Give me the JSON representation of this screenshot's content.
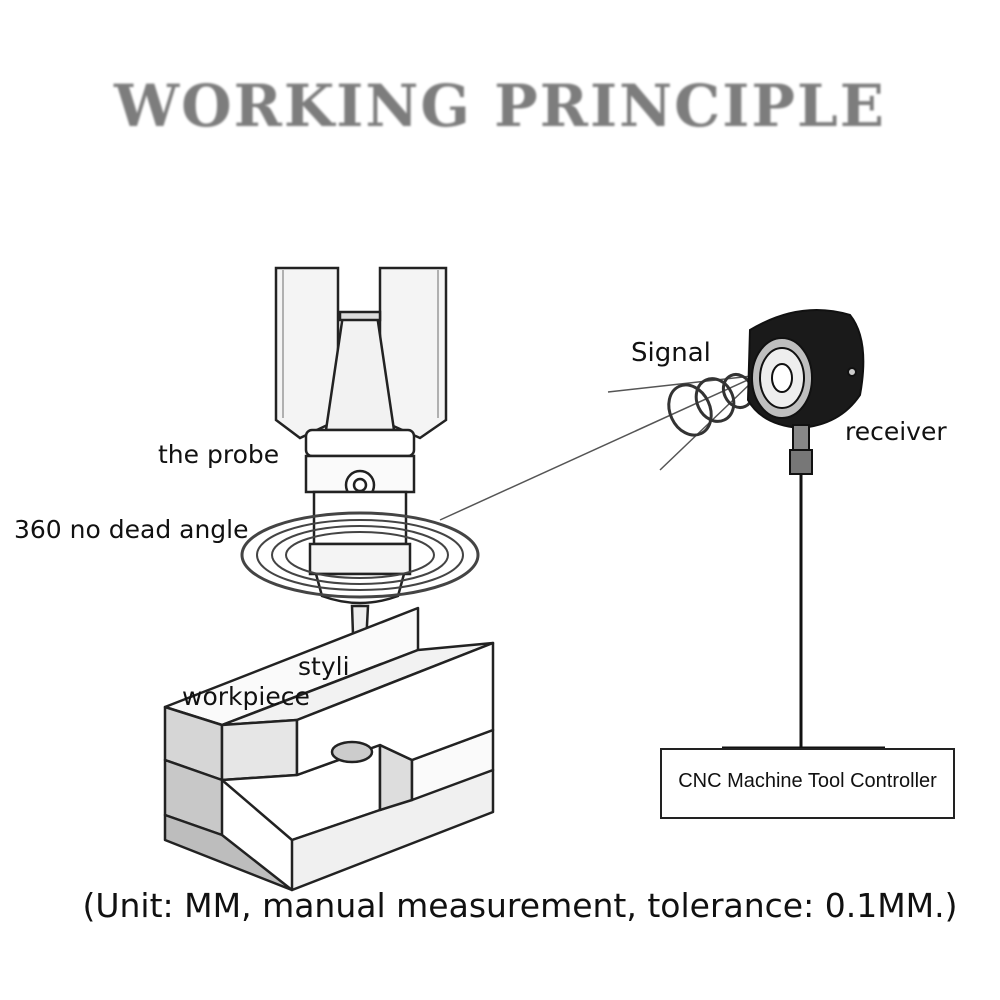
{
  "title": "WORKING PRINCIPLE",
  "labels": {
    "probe": "the probe",
    "no_dead_angle": "360 no dead angle",
    "styli": "styli",
    "workpiece": "workpiece",
    "signal": "Signal",
    "receiver": "receiver"
  },
  "controller": "CNC Machine Tool Controller",
  "note": "(Unit: MM, manual measurement, tolerance: 0.1MM.)"
}
